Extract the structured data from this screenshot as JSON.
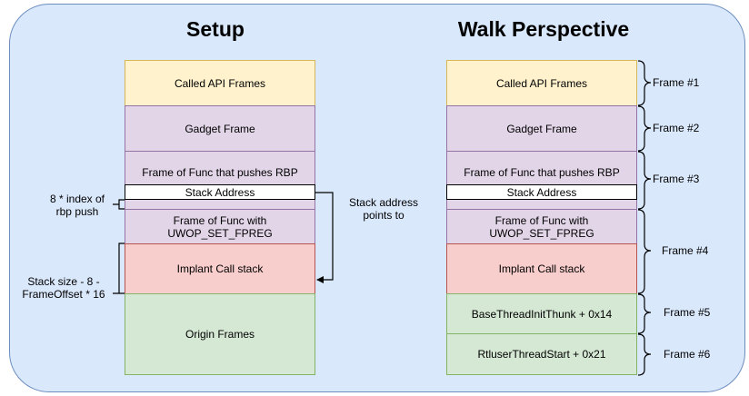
{
  "setup": {
    "title": "Setup",
    "blocks": {
      "called_api": "Called API Frames",
      "gadget": "Gadget Frame",
      "func_rbp": "Frame of Func that pushes RBP",
      "stack_address": "Stack Address",
      "func_fpreg_line1": "Frame of Func with",
      "func_fpreg_line2": "UWOP_SET_FPREG",
      "implant": "Implant Call stack",
      "origin": "Origin Frames"
    },
    "annotations": {
      "index_line1": "8 * index of",
      "index_line2": "rbp push",
      "stack_size_line1": "Stack size - 8 -",
      "stack_size_line2": "FrameOffset * 16"
    }
  },
  "arrow_label": {
    "line1": "Stack address",
    "line2": "points to"
  },
  "walk": {
    "title": "Walk Perspective",
    "blocks": {
      "called_api": "Called API Frames",
      "gadget": "Gadget Frame",
      "func_rbp": "Frame of Func that pushes RBP",
      "stack_address": "Stack Address",
      "func_fpreg_line1": "Frame of Func with",
      "func_fpreg_line2": "UWOP_SET_FPREG",
      "implant": "Implant Call stack",
      "base_thread": "BaseThreadInitThunk + 0x14",
      "rtl_user": "RtluserThreadStart + 0x21"
    },
    "frames": [
      "Frame #1",
      "Frame #2",
      "Frame #3",
      "Frame #4",
      "Frame #5",
      "Frame #6"
    ]
  },
  "colors": {
    "panel_fill": "#dae8fc",
    "panel_border": "#6c8ebf",
    "yellow": "#fff2cc",
    "purple": "#e1d5e7",
    "red": "#f8cecc",
    "green": "#d5e8d4"
  }
}
